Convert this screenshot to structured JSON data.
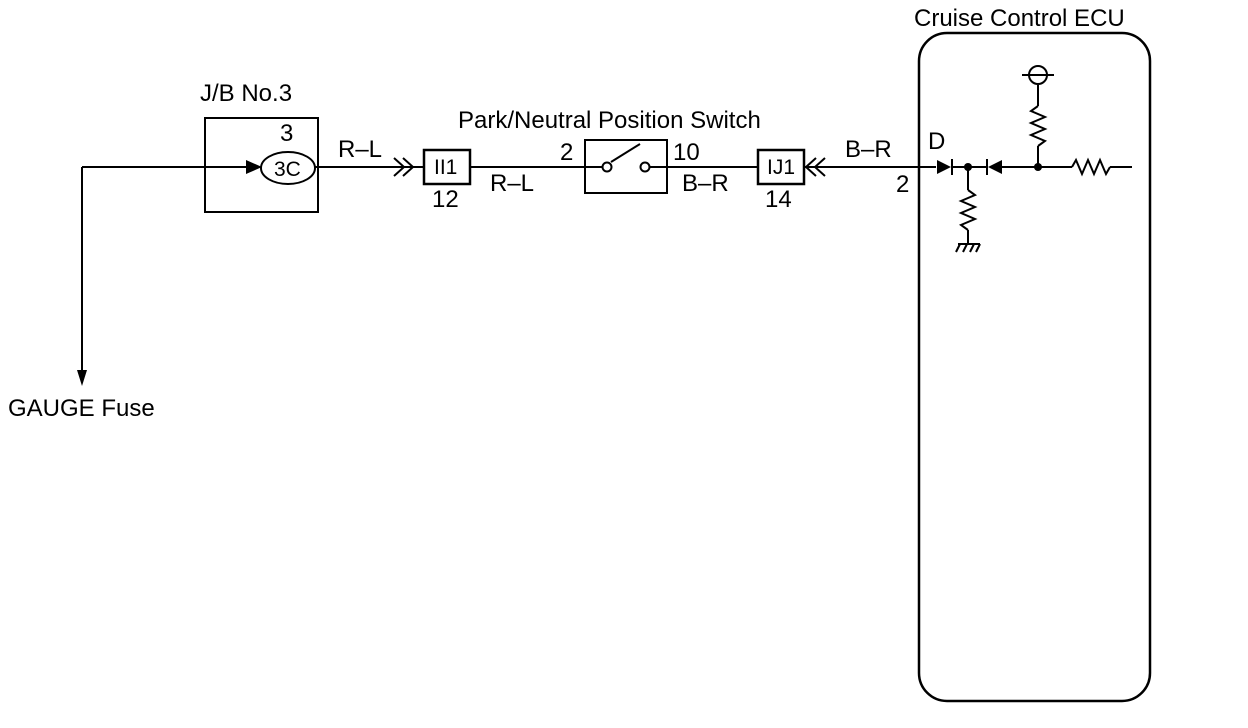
{
  "ecu": {
    "title": "Cruise Control ECU",
    "terminal": "D",
    "pin": "2"
  },
  "junction_block": {
    "title": "J/B No.3",
    "pin": "3",
    "connector": "3C"
  },
  "fuse": {
    "label": "GAUGE Fuse"
  },
  "switch": {
    "title": "Park/Neutral Position Switch",
    "pin_in": "2",
    "pin_out": "10"
  },
  "connector_i1": {
    "label": "II1",
    "pin": "12"
  },
  "connector_j1": {
    "label": "IJ1",
    "pin": "14"
  },
  "wires": {
    "rl_1": "R–L",
    "rl_2": "R–L",
    "br_1": "B–R",
    "br_2": "B–R"
  }
}
